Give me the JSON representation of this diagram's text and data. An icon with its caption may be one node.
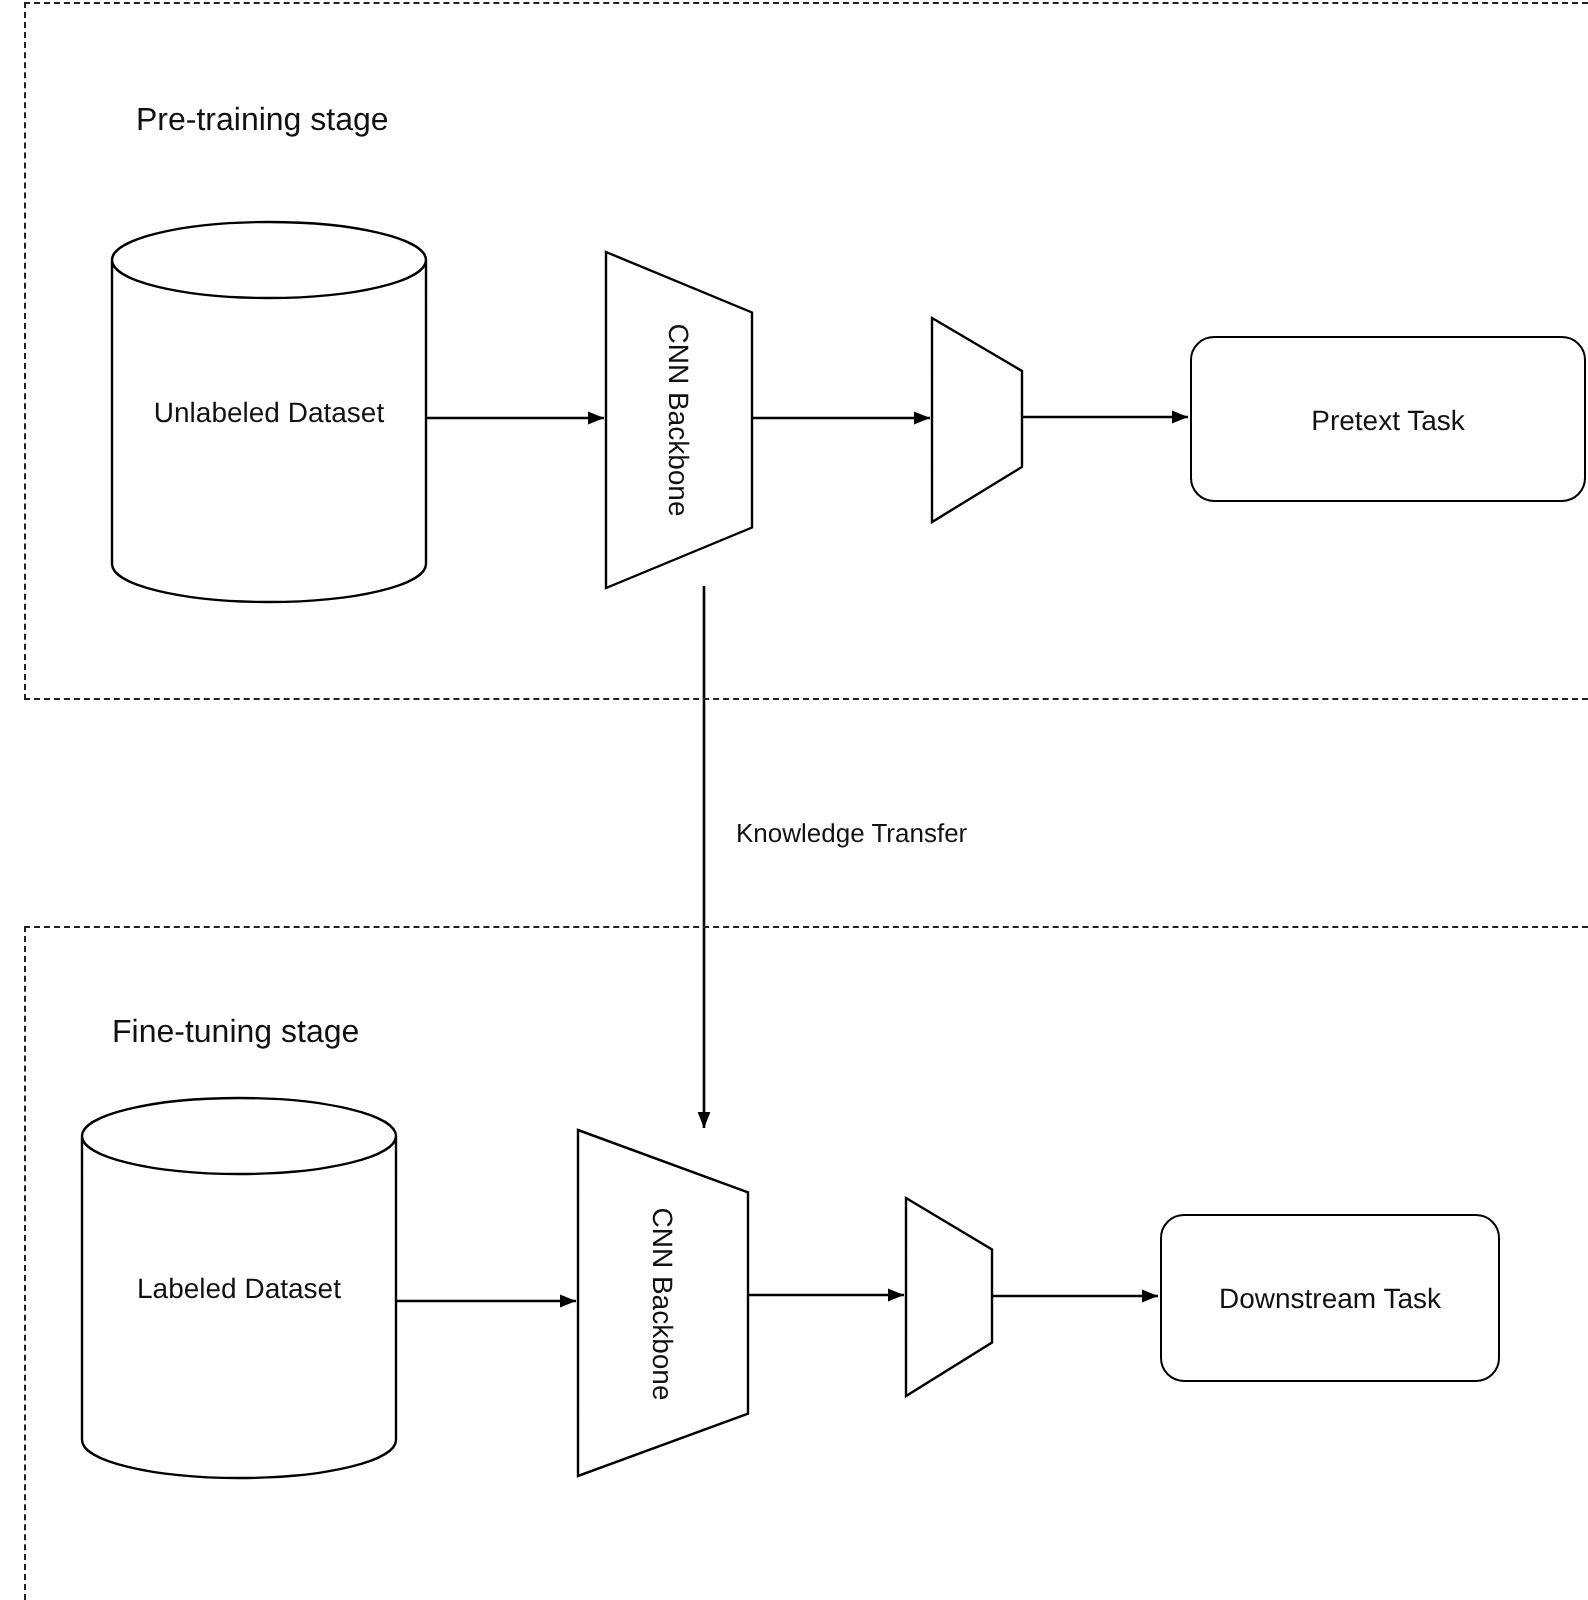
{
  "diagram": {
    "nodes": [
      {
        "text": [
          "Pre-training stage"
        ]
      },
      {
        "text": [
          "Unlabeled Dataset"
        ],
        "in": 0
      },
      {
        "text": [
          "CNN Backbone"
        ],
        "in": 0
      },
      {
        "text": [],
        "shape": "trapezoid",
        "in": 0
      },
      {
        "text": [
          "Pretext Task"
        ],
        "in": 0
      },
      {
        "text": [
          "Fine-tuning stage"
        ]
      },
      {
        "text": [
          "Labeled Dataset"
        ],
        "in": 5
      },
      {
        "text": [
          "CNN Backbone"
        ],
        "in": 5
      },
      {
        "text": [],
        "shape": "trapezoid",
        "in": 5
      },
      {
        "text": [
          "Downstream Task"
        ],
        "in": 5
      }
    ],
    "edges": [
      {
        "from": 1,
        "to": 2,
        "arrow": "to"
      },
      {
        "from": 2,
        "to": 3,
        "arrow": "to"
      },
      {
        "from": 3,
        "to": 4,
        "arrow": "to"
      },
      {
        "from": 6,
        "to": 7,
        "arrow": "to"
      },
      {
        "from": 7,
        "to": 8,
        "arrow": "to"
      },
      {
        "from": 8,
        "to": 9,
        "arrow": "to"
      },
      {
        "from": 2,
        "to": 7,
        "arrow": "to",
        "label": "Knowledge Transfer"
      }
    ]
  }
}
